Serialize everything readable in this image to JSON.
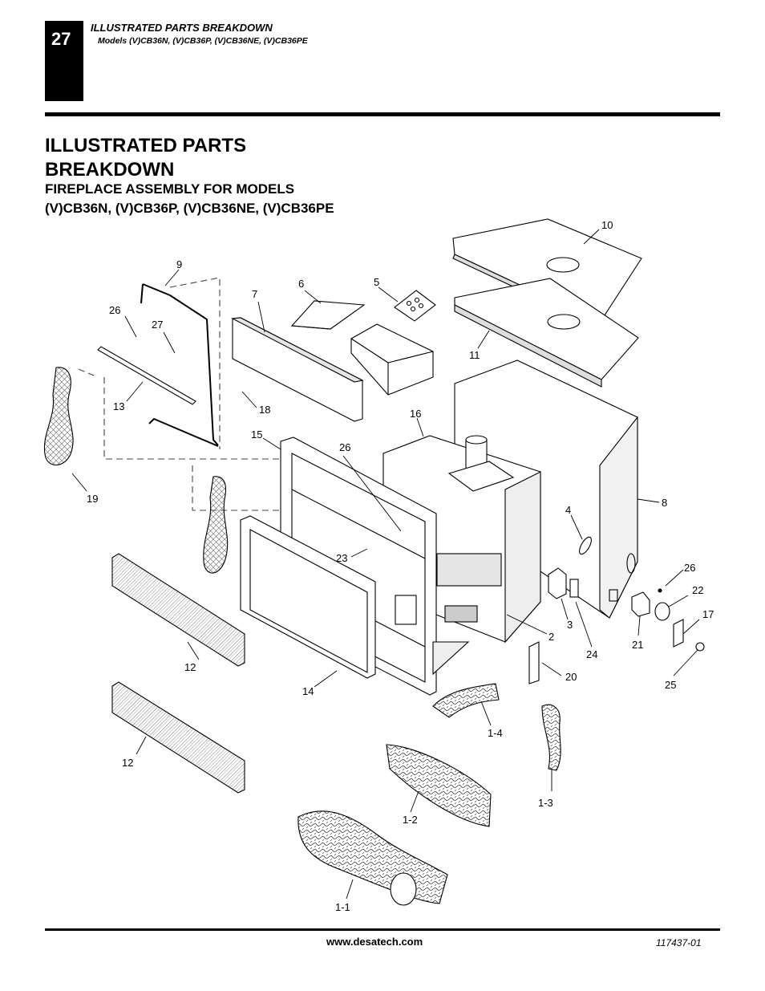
{
  "header": {
    "page_number": "27",
    "section_title": "ILLUSTRATED PARTS BREAKDOWN",
    "models_line": "Models (V)CB36N, (V)CB36P, (V)CB36NE, (V)CB36PE"
  },
  "title": {
    "line1": "ILLUSTRATED PARTS",
    "line2": "BREAKDOWN",
    "sub_line1": "FIREPLACE ASSEMBLY FOR MODELS",
    "sub_line2": "(V)CB36N, (V)CB36P, (V)CB36NE, (V)CB36PE"
  },
  "callouts": {
    "c10": "10",
    "c9": "9",
    "c6": "6",
    "c5": "5",
    "c7": "7",
    "c26a": "26",
    "c27": "27",
    "c11": "11",
    "c13": "13",
    "c18": "18",
    "c16": "16",
    "c15": "15",
    "c26b": "26",
    "c19": "19",
    "c4": "4",
    "c8": "8",
    "c23": "23",
    "c26c": "26",
    "c22": "22",
    "c17": "17",
    "c3": "3",
    "c2": "2",
    "c21": "21",
    "c24": "24",
    "c12a": "12",
    "c20": "20",
    "c25": "25",
    "c14": "14",
    "c1_4": "1-4",
    "c12b": "12",
    "c1_3": "1-3",
    "c1_2": "1-2",
    "c1_1": "1-1"
  },
  "footer": {
    "url": "www.desatech.com",
    "doc_number": "117437-01"
  }
}
